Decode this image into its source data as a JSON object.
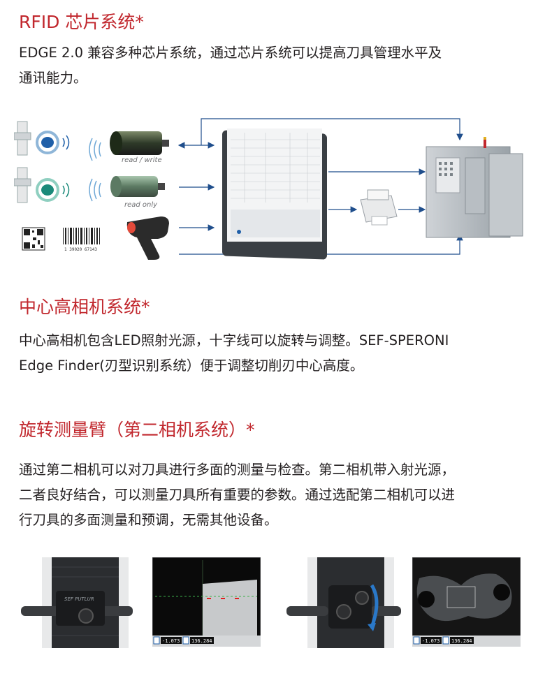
{
  "sections": [
    {
      "title": "RFID 芯片系统*",
      "body": [
        "EDGE 2.0 兼容多种芯片系统，通过芯片系统可以提高刀具管理水平及",
        "通讯能力。"
      ]
    },
    {
      "title": "中心高相机系统*",
      "body": [
        "中心高相机包含LED照射光源，十字线可以旋转与调整。SEF-SPERONI",
        "Edge Finder(刃型识别系统）便于调整切削刃中心高度。"
      ]
    },
    {
      "title": "旋转测量臂（第二相机系统）*",
      "body": [
        "通过第二相机可以对刀具进行多面的测量与检查。第二相机带入射光源，",
        "二者良好结合，可以测量刀具所有重要的参数。通过选配第二相机可以进",
        "行刀具的多面测量和预调，无需其他设备。"
      ]
    }
  ],
  "diagram": {
    "reader_rw_label": "read / write",
    "reader_ro_label": "read only",
    "barcode_number": "1 39020 67143"
  },
  "screens": [
    {
      "brand": "SEF PUTLUR"
    },
    {
      "readout_x": "-1.073",
      "readout_z": "136.284"
    },
    {
      "readout_x": "-1.073",
      "readout_z": "136.284"
    }
  ],
  "colors": {
    "heading": "#c1272d",
    "arrow": "#1f4e8c",
    "chip_blue": "#1f5fa8",
    "chip_teal": "#1b8a7a"
  }
}
